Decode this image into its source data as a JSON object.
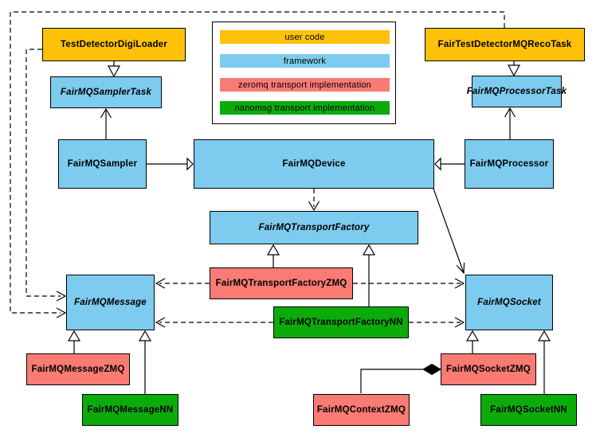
{
  "colors": {
    "user_code": "#fdc108",
    "framework": "#7dcbee",
    "zeromq": "#f97b74",
    "nanomsg": "#0cab0c",
    "line": "#000000",
    "background": "#ffffff"
  },
  "legend": {
    "items": [
      {
        "label": "user code",
        "category": "user_code"
      },
      {
        "label": "framework",
        "category": "framework"
      },
      {
        "label": "zeromq transport implementation",
        "category": "zeromq"
      },
      {
        "label": "nanomsg transport implementation",
        "category": "nanomsg"
      }
    ]
  },
  "nodes": {
    "digiloader": {
      "label": "TestDetectorDigiLoader",
      "category": "user_code",
      "abstract": false
    },
    "recotask": {
      "label": "FairTestDetectorMQRecoTask",
      "category": "user_code",
      "abstract": false
    },
    "samplertask": {
      "label": "FairMQSamplerTask",
      "category": "framework",
      "abstract": true
    },
    "processortask": {
      "label": "FairMQProcessorTask",
      "category": "framework",
      "abstract": true
    },
    "sampler": {
      "label": "FairMQSampler",
      "category": "framework",
      "abstract": false
    },
    "device": {
      "label": "FairMQDevice",
      "category": "framework",
      "abstract": false
    },
    "processor": {
      "label": "FairMQProcessor",
      "category": "framework",
      "abstract": false
    },
    "factory": {
      "label": "FairMQTransportFactory",
      "category": "framework",
      "abstract": true
    },
    "factoryzmq": {
      "label": "FairMQTransportFactoryZMQ",
      "category": "zeromq",
      "abstract": false
    },
    "factorynn": {
      "label": "FairMQTransportFactoryNN",
      "category": "nanomsg",
      "abstract": false
    },
    "message": {
      "label": "FairMQMessage",
      "category": "framework",
      "abstract": true
    },
    "socket": {
      "label": "FairMQSocket",
      "category": "framework",
      "abstract": true
    },
    "messagezmq": {
      "label": "FairMQMessageZMQ",
      "category": "zeromq",
      "abstract": false
    },
    "messagenn": {
      "label": "FairMQMessageNN",
      "category": "nanomsg",
      "abstract": false
    },
    "contextzmq": {
      "label": "FairMQContextZMQ",
      "category": "zeromq",
      "abstract": false
    },
    "socketzmq": {
      "label": "FairMQSocketZMQ",
      "category": "zeromq",
      "abstract": false
    },
    "socketnn": {
      "label": "FairMQSocketNN",
      "category": "nanomsg",
      "abstract": false
    }
  },
  "edges": [
    {
      "from": "TestDetectorDigiLoader",
      "to": "FairMQSamplerTask",
      "type": "inheritance",
      "style": "solid"
    },
    {
      "from": "FairTestDetectorMQRecoTask",
      "to": "FairMQProcessorTask",
      "type": "inheritance",
      "style": "solid"
    },
    {
      "from": "FairMQSampler",
      "to": "FairMQDevice",
      "type": "inheritance",
      "style": "solid"
    },
    {
      "from": "FairMQProcessor",
      "to": "FairMQDevice",
      "type": "inheritance",
      "style": "solid"
    },
    {
      "from": "FairMQSampler",
      "to": "FairMQSamplerTask",
      "type": "association",
      "style": "solid"
    },
    {
      "from": "FairMQProcessor",
      "to": "FairMQProcessorTask",
      "type": "association",
      "style": "solid"
    },
    {
      "from": "FairMQDevice",
      "to": "FairMQTransportFactory",
      "type": "dependency",
      "style": "dashed"
    },
    {
      "from": "FairMQDevice",
      "to": "FairMQSocket",
      "type": "association",
      "style": "solid"
    },
    {
      "from": "FairMQTransportFactoryZMQ",
      "to": "FairMQTransportFactory",
      "type": "inheritance",
      "style": "solid"
    },
    {
      "from": "FairMQTransportFactoryNN",
      "to": "FairMQTransportFactory",
      "type": "inheritance",
      "style": "solid"
    },
    {
      "from": "FairMQTransportFactoryZMQ",
      "to": "FairMQMessage",
      "type": "dependency",
      "style": "dashed"
    },
    {
      "from": "FairMQTransportFactoryZMQ",
      "to": "FairMQSocket",
      "type": "dependency",
      "style": "dashed"
    },
    {
      "from": "FairMQTransportFactoryNN",
      "to": "FairMQMessage",
      "type": "dependency",
      "style": "dashed"
    },
    {
      "from": "FairMQTransportFactoryNN",
      "to": "FairMQSocket",
      "type": "dependency",
      "style": "dashed"
    },
    {
      "from": "TestDetectorDigiLoader",
      "to": "FairMQMessage",
      "type": "dependency",
      "style": "dashed"
    },
    {
      "from": "FairTestDetectorMQRecoTask",
      "to": "FairMQMessage",
      "type": "dependency",
      "style": "dashed"
    },
    {
      "from": "FairMQMessageZMQ",
      "to": "FairMQMessage",
      "type": "inheritance",
      "style": "solid"
    },
    {
      "from": "FairMQMessageNN",
      "to": "FairMQMessage",
      "type": "inheritance",
      "style": "solid"
    },
    {
      "from": "FairMQSocketZMQ",
      "to": "FairMQSocket",
      "type": "inheritance",
      "style": "solid"
    },
    {
      "from": "FairMQSocketNN",
      "to": "FairMQSocket",
      "type": "inheritance",
      "style": "solid"
    },
    {
      "from": "FairMQSocketZMQ",
      "to": "FairMQContextZMQ",
      "type": "composition",
      "style": "solid"
    }
  ]
}
